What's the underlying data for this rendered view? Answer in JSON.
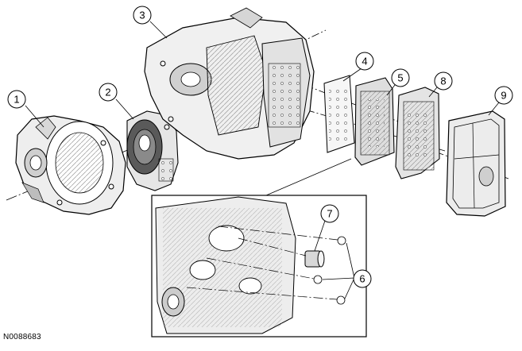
{
  "figure": {
    "reference_code": "N0088683",
    "callouts": [
      {
        "id": "callout-1",
        "label": "1"
      },
      {
        "id": "callout-2",
        "label": "2"
      },
      {
        "id": "callout-3",
        "label": "3"
      },
      {
        "id": "callout-4",
        "label": "4"
      },
      {
        "id": "callout-5",
        "label": "5"
      },
      {
        "id": "callout-6",
        "label": "6"
      },
      {
        "id": "callout-7",
        "label": "7"
      },
      {
        "id": "callout-8",
        "label": "8"
      },
      {
        "id": "callout-9",
        "label": "9"
      }
    ],
    "colors": {
      "line": "#000000",
      "part_fill": "#f2f2f2",
      "part_shadow": "#c8c8c8",
      "dark": "#4a4a4a"
    }
  }
}
